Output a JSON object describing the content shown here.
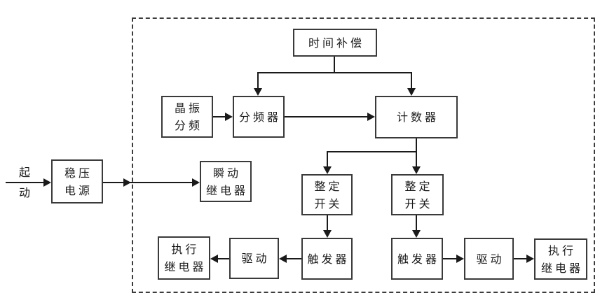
{
  "diagram": {
    "type": "block-diagram",
    "colors": {
      "background": "#ffffff",
      "line": "#1a1a1a",
      "box_border": "#3a3a3a",
      "text": "#1a1a1a",
      "boundary_style": "dashed"
    },
    "start_label": {
      "line1": "起",
      "line2": "动"
    },
    "boxes": {
      "time_compensation": {
        "label": "时间补偿"
      },
      "crystal_divider": {
        "line1": "晶振",
        "line2": "分频"
      },
      "freq_divider": {
        "label": "分频器"
      },
      "counter": {
        "label": "计数器"
      },
      "power_supply": {
        "line1": "稳压",
        "line2": "电源"
      },
      "instant_relay": {
        "line1": "瞬动",
        "line2": "继电器"
      },
      "setting_switch_left": {
        "line1": "整定",
        "line2": "开关"
      },
      "setting_switch_right": {
        "line1": "整定",
        "line2": "开关"
      },
      "trigger_left": {
        "label": "触发器"
      },
      "trigger_right": {
        "label": "触发器"
      },
      "drive_left": {
        "label": "驱动"
      },
      "drive_right": {
        "label": "驱动"
      },
      "exec_relay_left": {
        "line1": "执行",
        "line2": "继电器"
      },
      "exec_relay_right": {
        "line1": "执行",
        "line2": "继电器"
      }
    },
    "connections": [
      "起动 → 稳压电源",
      "稳压电源 → 瞬动继电器 (crosses dashed boundary, double arrowhead)",
      "晶振分频 → 分频器",
      "分频器 → 计数器",
      "时间补偿 → 分频器 (branch down-left)",
      "时间补偿 → 计数器 (branch down-right)",
      "计数器 → 整定开关(左)",
      "计数器 → 整定开关(右)",
      "整定开关(左) → 触发器(左)",
      "整定开关(右) → 触发器(右)",
      "触发器(左) → 驱动(左)",
      "驱动(左) → 执行继电器(左)",
      "触发器(右) → 驱动(右)",
      "驱动(右) → 执行继电器(右)"
    ]
  }
}
